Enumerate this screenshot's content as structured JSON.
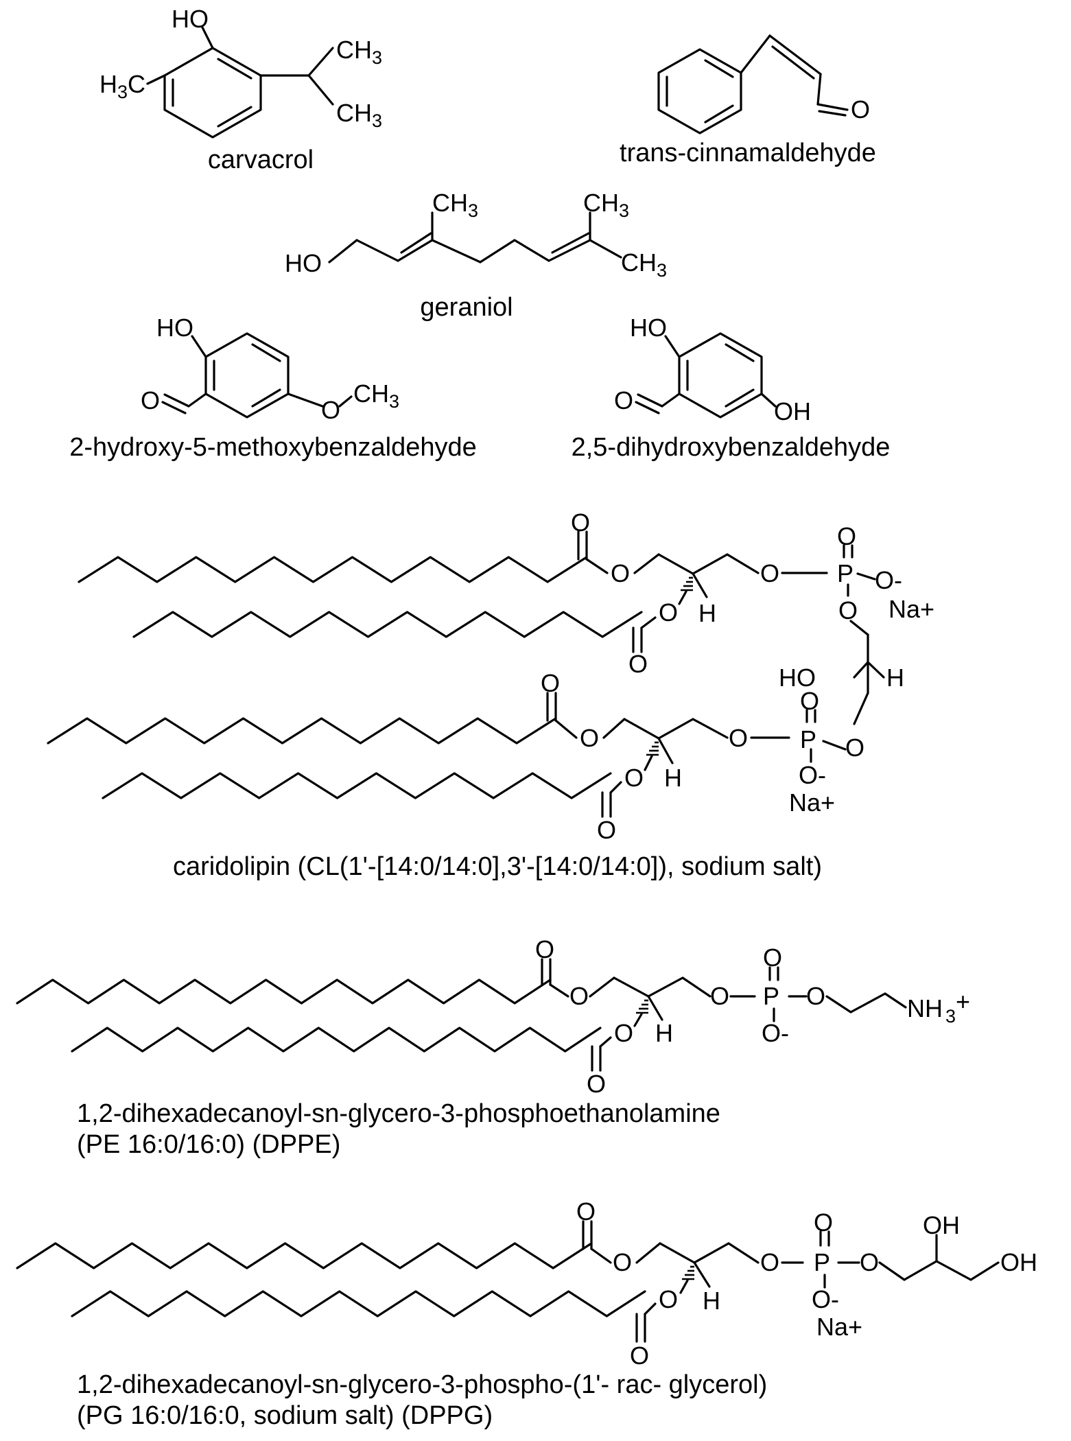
{
  "molecules": [
    {
      "id": "carvacrol",
      "name": "carvacrol",
      "atoms": {
        "oh": "HO",
        "ch3_left": "H",
        "ch3_left_sub": "3",
        "ch3_left_c": "C",
        "ch3_a": "CH",
        "ch3_a_sub": "3",
        "ch3_b": "CH",
        "ch3_b_sub": "3"
      }
    },
    {
      "id": "cinnamaldehyde",
      "name": "trans-cinnamaldehyde",
      "atoms": {
        "o": "O"
      }
    },
    {
      "id": "geraniol",
      "name": "geraniol",
      "atoms": {
        "ho": "HO",
        "ch3_a": "CH",
        "ch3_a_sub": "3",
        "ch3_b": "CH",
        "ch3_b_sub": "3",
        "ch3_c": "CH",
        "ch3_c_sub": "3"
      }
    },
    {
      "id": "hmb",
      "name": "2-hydroxy-5-methoxybenzaldehyde",
      "atoms": {
        "ho": "HO",
        "o_ald": "O",
        "o_eth": "O",
        "ch3": "CH",
        "ch3_sub": "3"
      }
    },
    {
      "id": "dhb",
      "name": "2,5-dihydroxybenzaldehyde",
      "atoms": {
        "ho": "HO",
        "o_ald": "O",
        "oh": "OH"
      }
    },
    {
      "id": "cardiolipin",
      "name": "caridolipin (CL(1'-[14:0/14:0],3'-[14:0/14:0]), sodium salt)",
      "atoms": {
        "o": "O",
        "h": "H",
        "p": "P",
        "o_minus": "O-",
        "na": "Na+",
        "ho": "HO"
      }
    },
    {
      "id": "dppe",
      "name_line1": "1,2-dihexadecanoyl-sn-glycero-3-phosphoethanolamine",
      "name_line2": "(PE 16:0/16:0) (DPPE)",
      "atoms": {
        "o": "O",
        "h": "H",
        "p": "P",
        "o_minus": "O-",
        "nh": "NH",
        "nh_sub": "3",
        "nh_plus": "+"
      }
    },
    {
      "id": "dppg",
      "name_line1": "1,2-dihexadecanoyl-sn-glycero-3-phospho-(1'- rac- glycerol)",
      "name_line2": "(PG 16:0/16:0, sodium salt) (DPPG)",
      "atoms": {
        "o": "O",
        "h": "H",
        "p": "P",
        "o_minus": "O-",
        "na": "Na+",
        "oh": "OH"
      }
    }
  ]
}
